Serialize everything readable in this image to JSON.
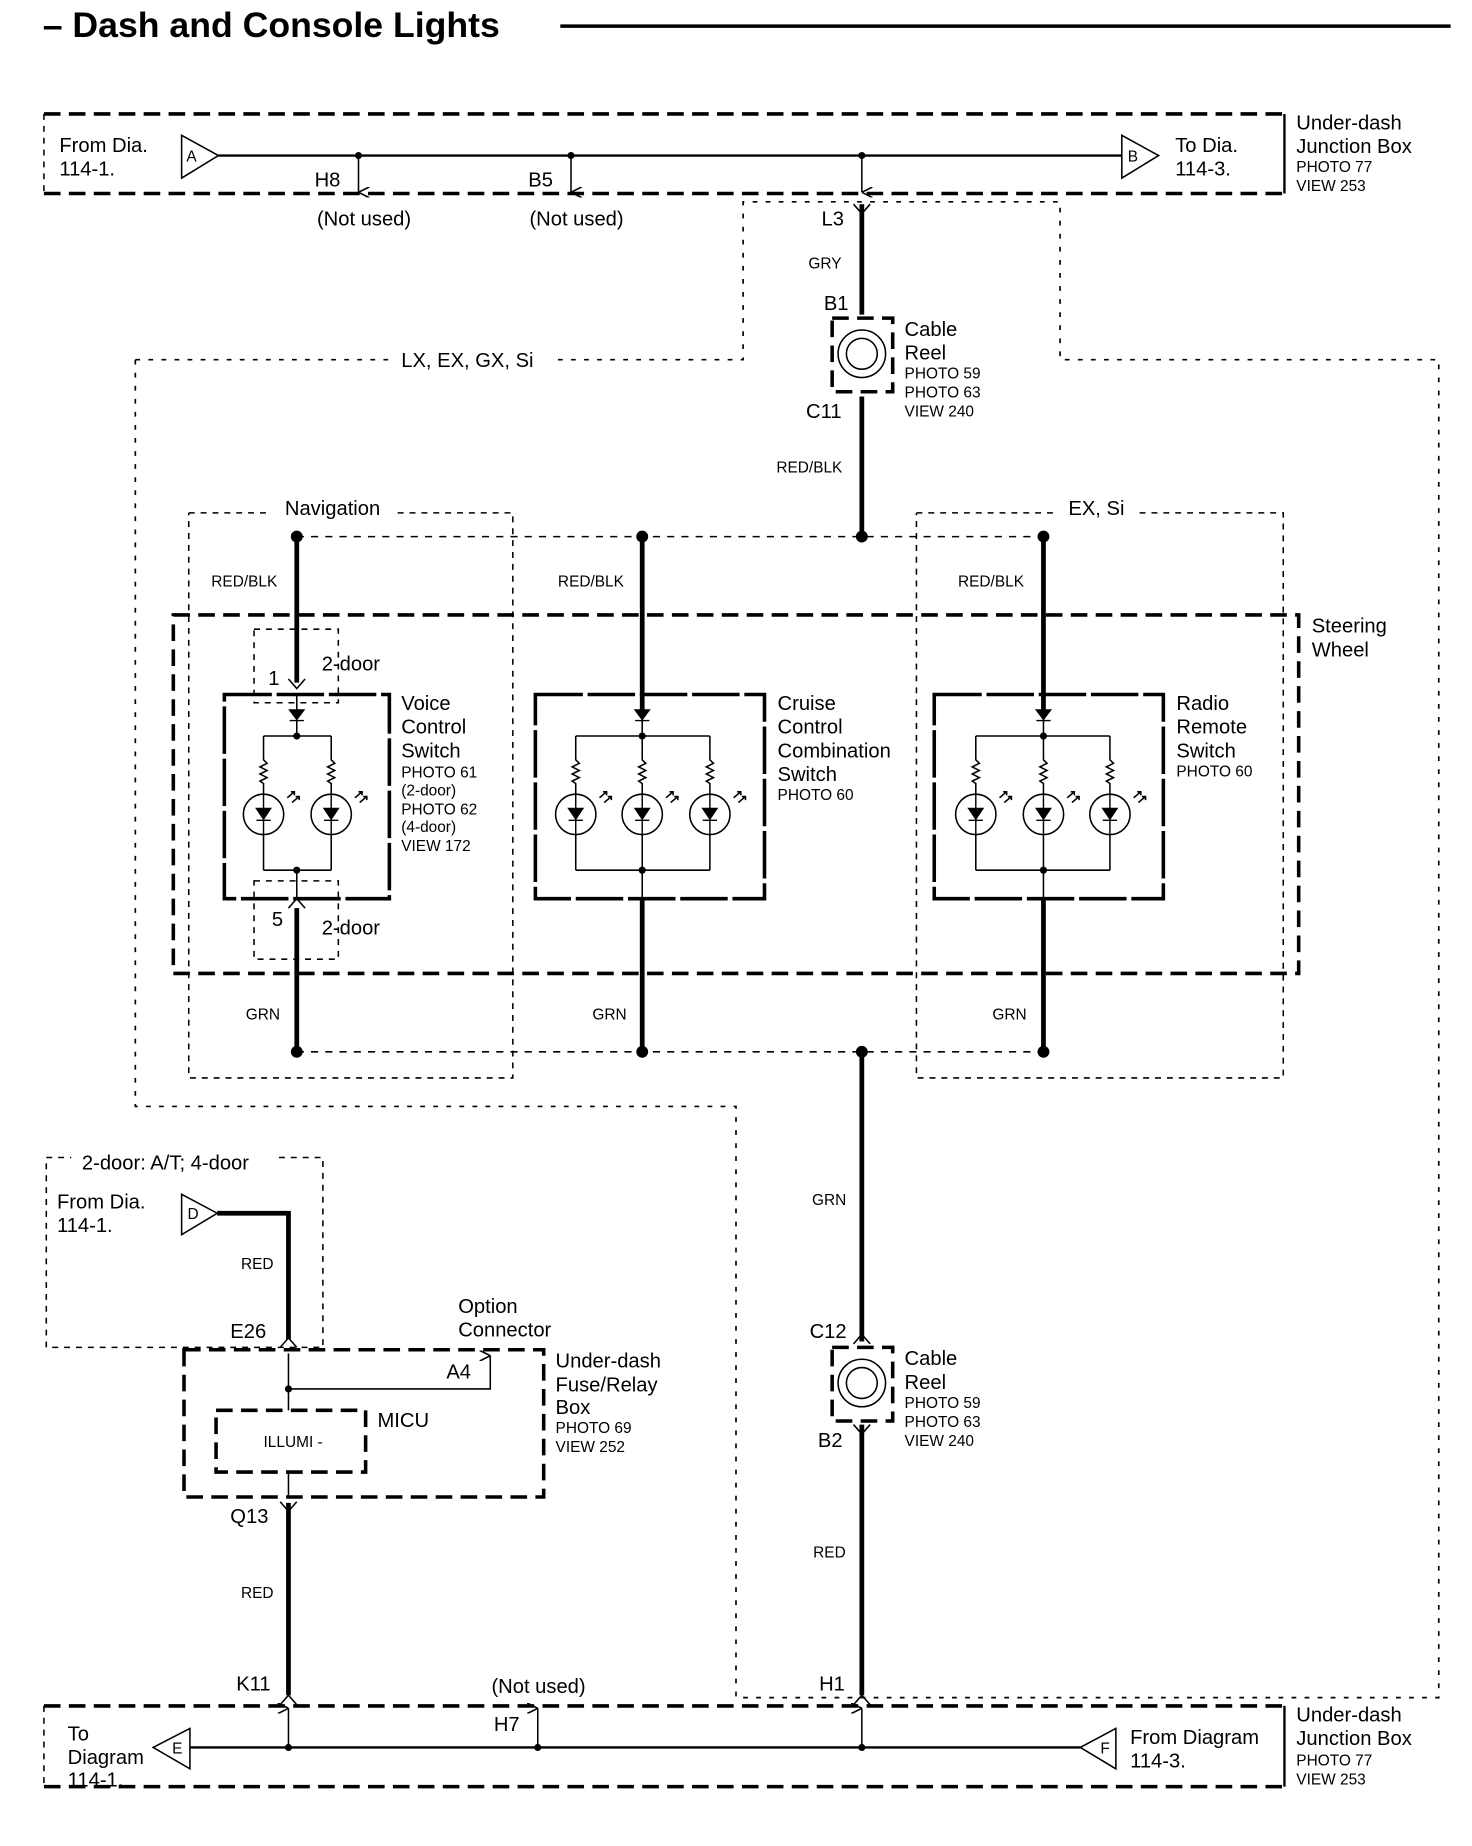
{
  "title": "– Dash and Console Lights",
  "top_junction": {
    "from": [
      "From Dia.",
      "114-1."
    ],
    "connector_in": "A",
    "connector_out": "B",
    "to": [
      "To Dia.",
      "114-3."
    ],
    "name": [
      "Under-dash",
      "Junction Box"
    ],
    "refs": [
      "PHOTO 77",
      "VIEW 253"
    ],
    "terminals": [
      "H8",
      "B5"
    ],
    "not_used": "(Not used)"
  },
  "variant_labels": {
    "lx_ex_gx_si": "LX, EX, GX, Si",
    "navigation": "Navigation",
    "ex_si": "EX, Si",
    "two_door": "2-door",
    "two_door_at_4_door": "2-door: A/T; 4-door"
  },
  "upper_reel": {
    "terminals": [
      "L3",
      "B1",
      "C11"
    ],
    "wire_in": "GRY",
    "wire_out": "RED/BLK",
    "name": [
      "Cable",
      "Reel"
    ],
    "refs": [
      "PHOTO 59",
      "PHOTO 63",
      "VIEW 240"
    ]
  },
  "steering_wheel": [
    "Steering",
    "Wheel"
  ],
  "wires": {
    "red_blk": "RED/BLK",
    "grn": "GRN",
    "red": "RED"
  },
  "voice_switch": {
    "name": [
      "Voice",
      "Control",
      "Switch"
    ],
    "refs": [
      "PHOTO 61",
      "(2-door)",
      "PHOTO 62",
      "(4-door)",
      "VIEW 172"
    ],
    "pins": [
      "1",
      "5"
    ]
  },
  "cruise_switch": {
    "name": [
      "Cruise",
      "Control",
      "Combination",
      "Switch"
    ],
    "refs": [
      "PHOTO 60"
    ]
  },
  "radio_switch": {
    "name": [
      "Radio",
      "Remote",
      "Switch"
    ],
    "refs": [
      "PHOTO 60"
    ]
  },
  "lower_reel": {
    "terminals": [
      "C12",
      "B2",
      "H1"
    ],
    "wire_in": "GRN",
    "wire_out": "RED",
    "name": [
      "Cable",
      "Reel"
    ],
    "refs": [
      "PHOTO 59",
      "PHOTO 63",
      "VIEW 240"
    ]
  },
  "fuse_box": {
    "from": [
      "From Dia.",
      "114-1."
    ],
    "connector": "D",
    "terminals": [
      "E26",
      "A4",
      "Q13",
      "K11"
    ],
    "option": [
      "Option",
      "Connector"
    ],
    "name": [
      "Under-dash",
      "Fuse/Relay",
      "Box"
    ],
    "refs": [
      "PHOTO 69",
      "VIEW 252"
    ],
    "micu": "MICU",
    "illumi": "ILLUMI -"
  },
  "bottom_junction": {
    "to": [
      "To",
      "Diagram",
      "114-1."
    ],
    "connector_out": "E",
    "connector_in": "F",
    "from": [
      "From Diagram",
      "114-3."
    ],
    "name": [
      "Under-dash",
      "Junction Box"
    ],
    "refs": [
      "PHOTO 77",
      "VIEW 253"
    ],
    "terminal": "H7",
    "not_used": "(Not used)"
  }
}
